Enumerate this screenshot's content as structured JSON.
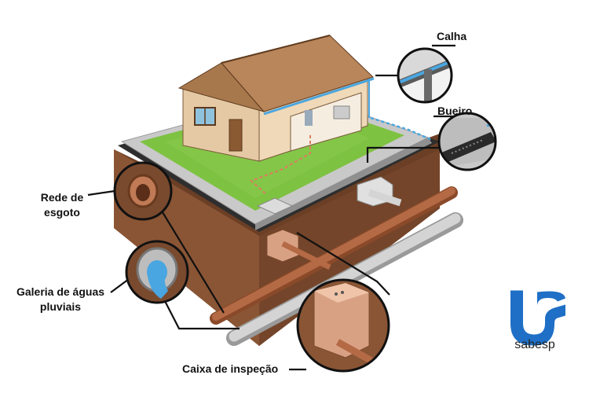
{
  "labels": {
    "calha": "Calha",
    "bueiro": "Bueiro",
    "rede_line1": "Rede de",
    "rede_line2": "esgoto",
    "galeria_line1": "Galeria de águas",
    "galeria_line2": "pluviais",
    "caixa": "Caixa de inspeção"
  },
  "logo": {
    "brand": "sabesp",
    "icon": "sabesp-logo-icon",
    "color": "#1f6fc6"
  },
  "colors": {
    "roof": "#a8784d",
    "wall": "#e3c9a6",
    "grass": "#7ec242",
    "sidewalk": "#c8c8c8",
    "asphalt": "#3a3a3a",
    "soil": "#7a4a2e",
    "sewer_pipe": "#9c5a3a",
    "storm_pipe": "#c9c9c9",
    "water": "#4aa6e0",
    "sewage_line": "#e07a5f"
  }
}
